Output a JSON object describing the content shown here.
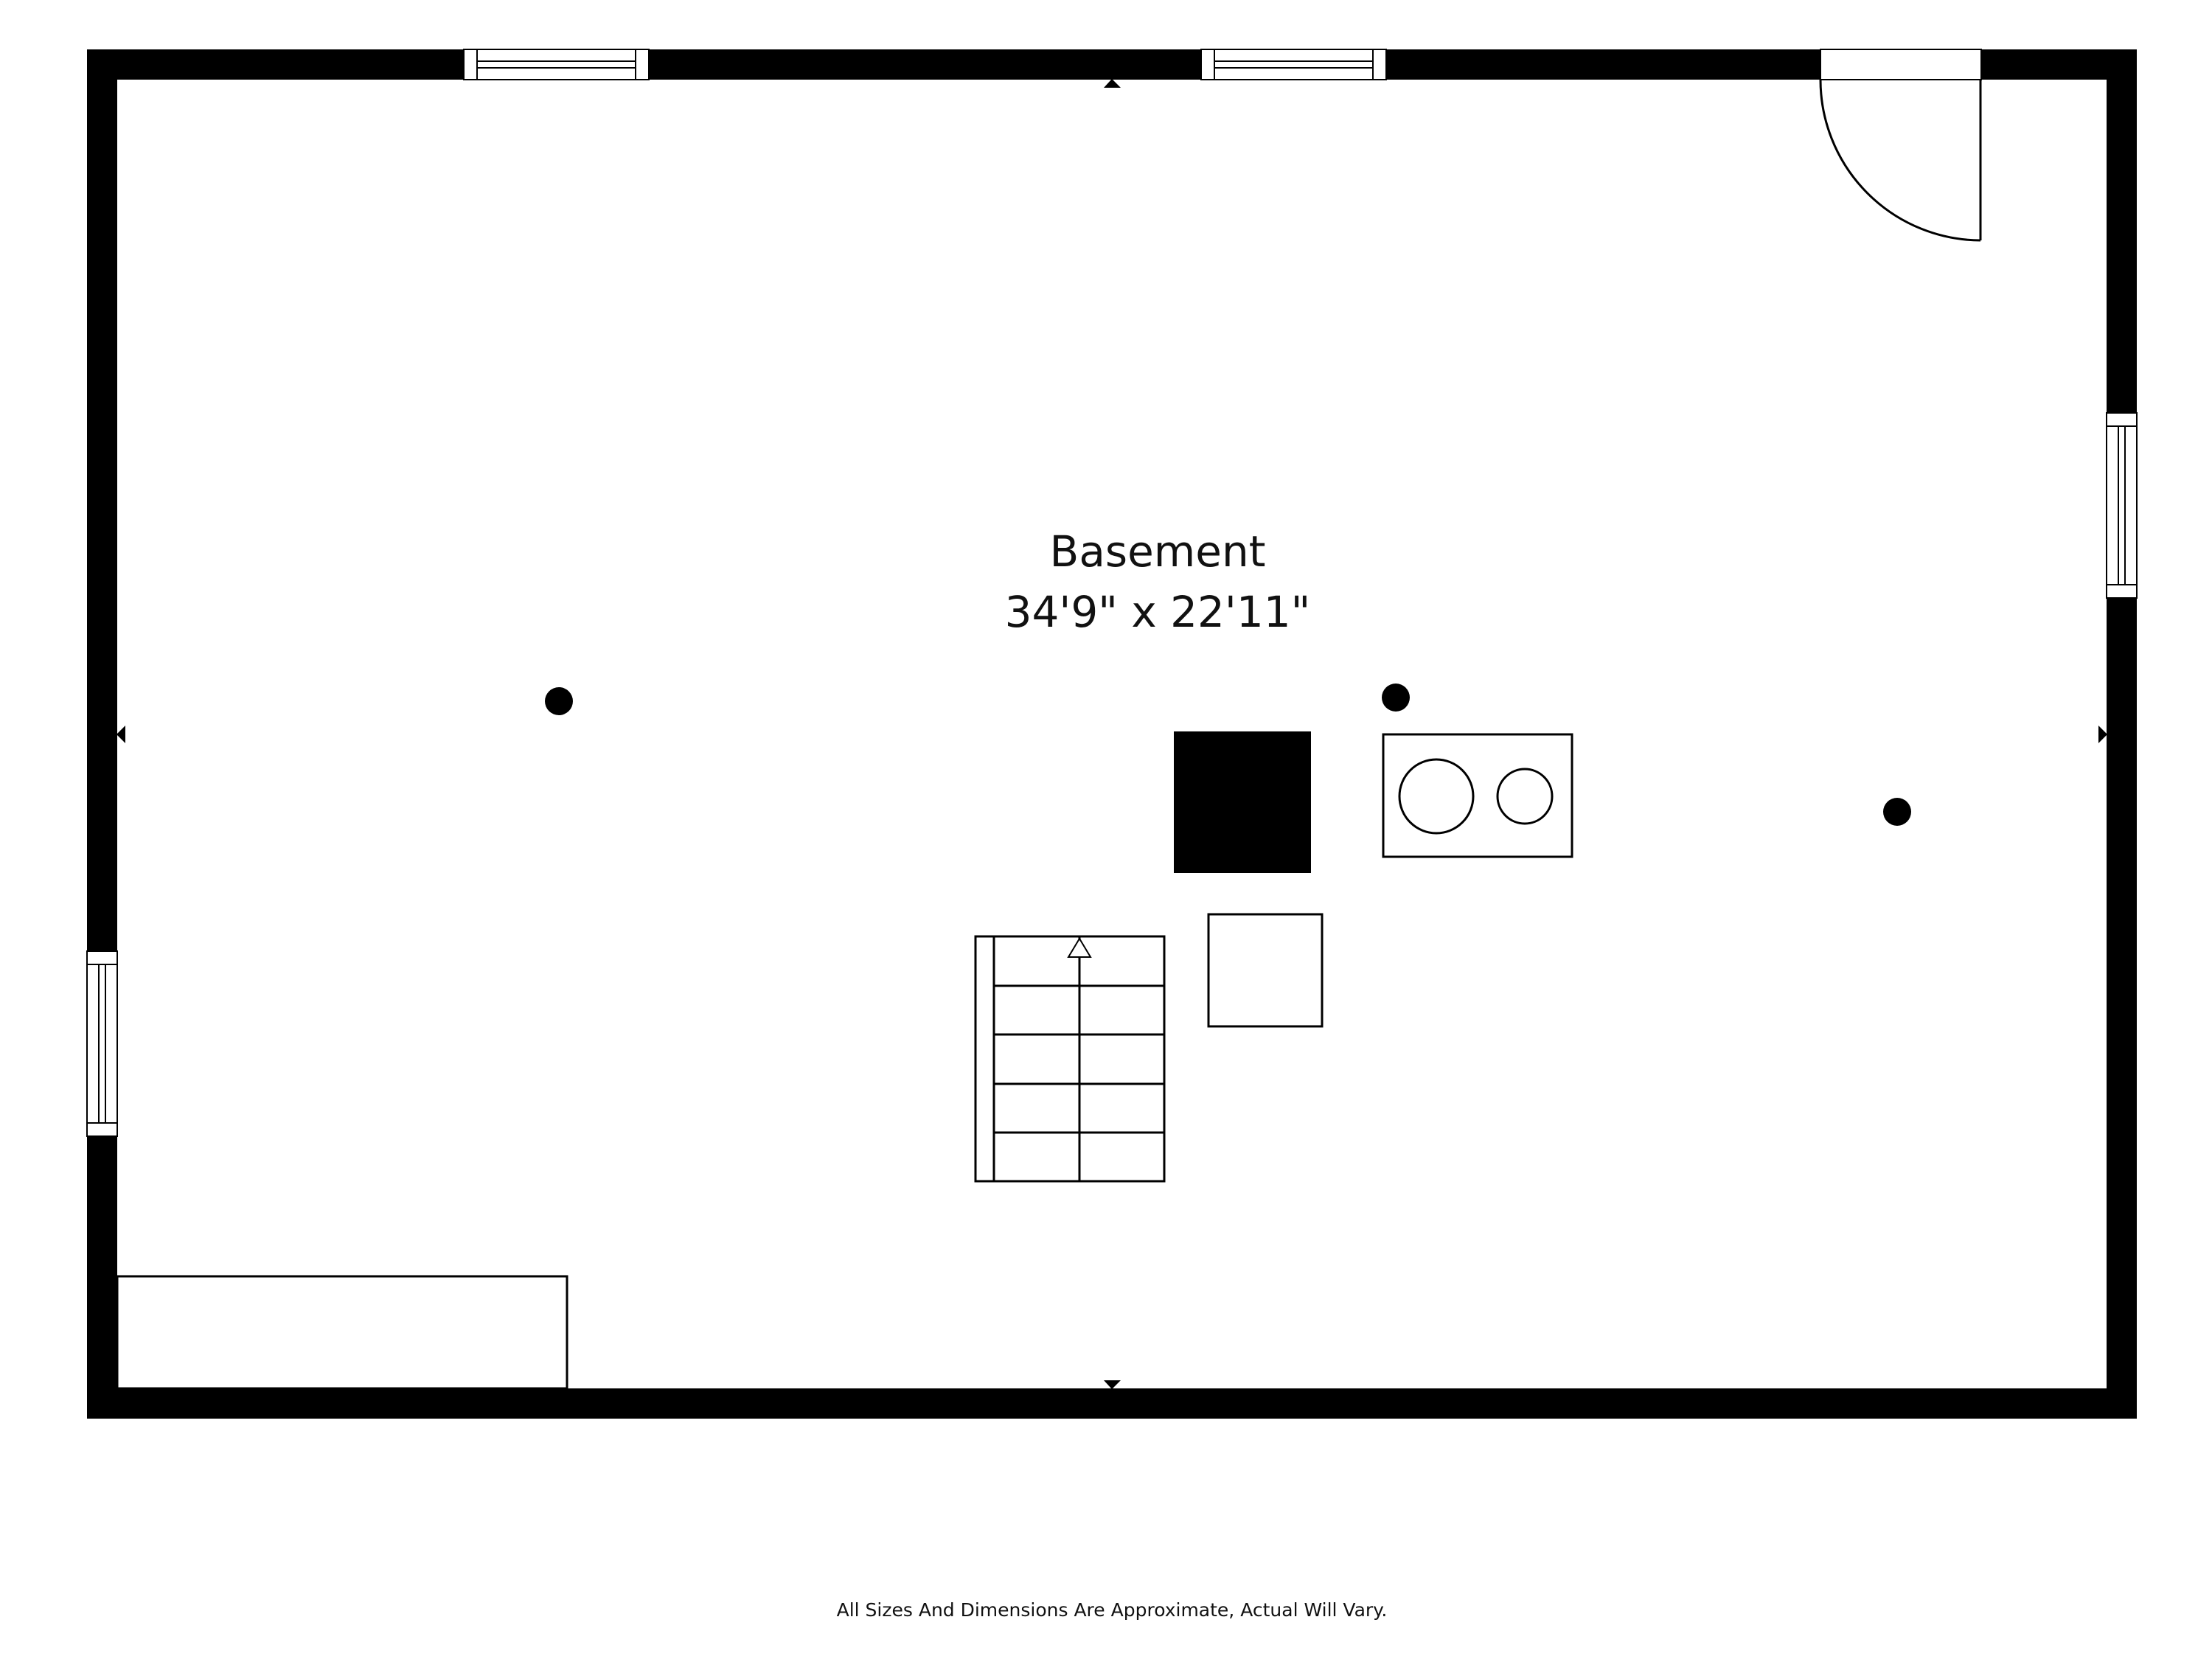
{
  "room": {
    "name": "Basement",
    "dimensions": "34'9\" x 22'11\""
  },
  "footer": {
    "disclaimer": "All Sizes And Dimensions Are Approximate, Actual Will Vary."
  },
  "colors": {
    "wall": "#000000",
    "background": "#ffffff",
    "line": "#000000"
  }
}
